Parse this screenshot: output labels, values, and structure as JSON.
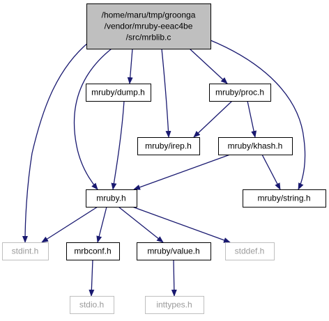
{
  "colors": {
    "edge": "#191970",
    "root_fill": "#bfbfbf",
    "node_border": "#000000",
    "node_fill": "#ffffff",
    "missing_border": "#bfbfbf",
    "missing_text": "#9a9a9a",
    "text": "#000000"
  },
  "nodes": {
    "root": {
      "lines": [
        "/home/maru/tmp/groonga",
        "/vendor/mruby-eeac4be",
        "/src/mrblib.c"
      ],
      "kind": "root"
    },
    "dump": {
      "lines": [
        "mruby/dump.h"
      ],
      "kind": "file"
    },
    "proc": {
      "lines": [
        "mruby/proc.h"
      ],
      "kind": "file"
    },
    "irep": {
      "lines": [
        "mruby/irep.h"
      ],
      "kind": "file"
    },
    "khash": {
      "lines": [
        "mruby/khash.h"
      ],
      "kind": "file"
    },
    "string": {
      "lines": [
        "mruby/string.h"
      ],
      "kind": "file"
    },
    "mruby": {
      "lines": [
        "mruby.h"
      ],
      "kind": "file"
    },
    "stdint": {
      "lines": [
        "stdint.h"
      ],
      "kind": "missing"
    },
    "mrbconf": {
      "lines": [
        "mrbconf.h"
      ],
      "kind": "file"
    },
    "value": {
      "lines": [
        "mruby/value.h"
      ],
      "kind": "file"
    },
    "stddef": {
      "lines": [
        "stddef.h"
      ],
      "kind": "missing"
    },
    "stdio": {
      "lines": [
        "stdio.h"
      ],
      "kind": "missing"
    },
    "inttypes": {
      "lines": [
        "inttypes.h"
      ],
      "kind": "missing"
    }
  },
  "edges": [
    {
      "from": "root",
      "to": "dump"
    },
    {
      "from": "root",
      "to": "proc"
    },
    {
      "from": "root",
      "to": "irep"
    },
    {
      "from": "root",
      "to": "string"
    },
    {
      "from": "root",
      "to": "mruby"
    },
    {
      "from": "root",
      "to": "stdint"
    },
    {
      "from": "dump",
      "to": "mruby"
    },
    {
      "from": "proc",
      "to": "irep"
    },
    {
      "from": "proc",
      "to": "khash"
    },
    {
      "from": "khash",
      "to": "mruby"
    },
    {
      "from": "khash",
      "to": "string"
    },
    {
      "from": "mruby",
      "to": "stdint"
    },
    {
      "from": "mruby",
      "to": "mrbconf"
    },
    {
      "from": "mruby",
      "to": "value"
    },
    {
      "from": "mruby",
      "to": "stddef"
    },
    {
      "from": "mrbconf",
      "to": "stdio"
    },
    {
      "from": "value",
      "to": "inttypes"
    }
  ]
}
